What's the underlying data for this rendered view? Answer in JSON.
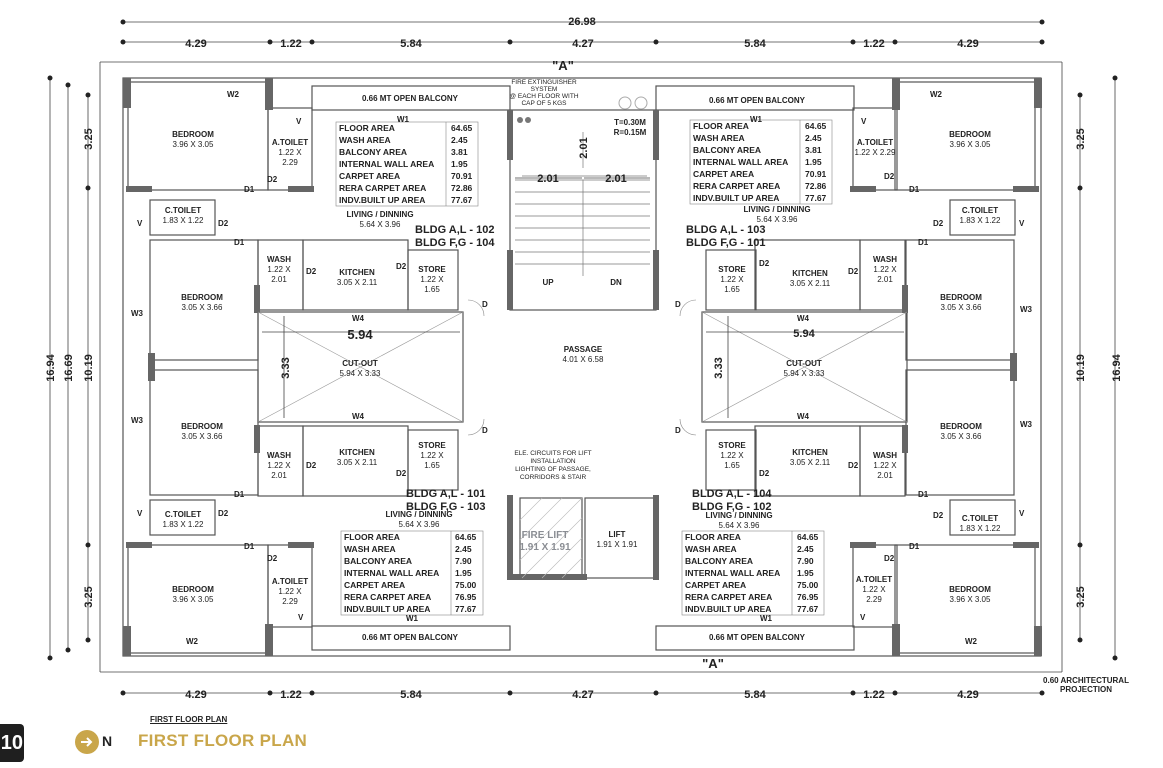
{
  "title": "FIRST FLOOR PLAN",
  "subtitle": "FIRST FLOOR PLAN",
  "page_number": "10",
  "north_label": "N",
  "dims": {
    "overall": "26.98",
    "seg": [
      "4.29",
      "1.22",
      "5.84",
      "4.27",
      "5.84",
      "1.22",
      "4.29"
    ],
    "left": [
      "16.94",
      "16.69",
      "10.19",
      "3.25",
      "3.25"
    ],
    "right": [
      "16.94",
      "10.19",
      "3.25",
      "3.25"
    ],
    "stair": [
      "2.01",
      "2.01",
      "2.01"
    ],
    "cutout": [
      "5.94",
      "3.33",
      "5.94",
      "3.33"
    ]
  },
  "section_marker": "\"A\"",
  "fire_note": [
    "FIRE EXTINGUISHER",
    "SYSTEM",
    "@ EACH FLOOR WITH",
    "CAP OF 5 KGS"
  ],
  "tread_riser": [
    "T=0.30M",
    "R=0.15M"
  ],
  "stair_labels": {
    "up": "UP",
    "dn": "DN"
  },
  "passage": {
    "name": "PASSAGE",
    "size": "4.01 X 6.58"
  },
  "lift_note": [
    "ELE. CIRCUITS FOR LIFT",
    "INSTALLATION",
    "LIGHTING OF PASSAGE,",
    "CORRIDORS & STAIR"
  ],
  "fire_lift": {
    "name": "FIRE LIFT",
    "size": "1.91 X 1.91"
  },
  "lift": {
    "name": "LIFT",
    "size": "1.91 X 1.91"
  },
  "projection": [
    "0.60 ARCHITECTURAL",
    "PROJECTION"
  ],
  "balcony": "0.66 MT OPEN BALCONY",
  "rooms": {
    "bedroom": "BEDROOM",
    "bed_big": "3.96 X 3.05",
    "bed_mid": "3.05 X 3.66",
    "atoilet": "A.TOILET",
    "ctoilet": "C.TOILET",
    "ct_size": "1.83 X 1.22",
    "wash": "WASH",
    "kitchen": "KITCHEN",
    "kitchen_size": "3.05 X 2.11",
    "store": "STORE",
    "living": "LIVING / DINNING",
    "living_size": "5.64 X 3.96",
    "cutout": "CUT-OUT",
    "cutout_size": "5.94 X 3.33",
    "at_a": [
      "1.22 X",
      "2.29"
    ],
    "at_b": "1.22 X 2.29",
    "small_a": [
      "1.22 X",
      "2.01"
    ],
    "small_b": [
      "1.22 X",
      "1.65"
    ]
  },
  "units": {
    "tl": {
      "a": "BLDG A,L - 102",
      "b": "BLDG F,G - 104"
    },
    "tr": {
      "a": "BLDG A,L - 103",
      "b": "BLDG F,G - 101"
    },
    "bl": {
      "a": "BLDG A,L - 101",
      "b": "BLDG F,G - 103"
    },
    "br": {
      "a": "BLDG A,L - 104",
      "b": "BLDG F,G - 102"
    }
  },
  "area_labels": [
    "FLOOR AREA",
    "WASH AREA",
    "BALCONY AREA",
    "INTERNAL WALL AREA",
    "CARPET AREA",
    "RERA CARPET AREA",
    "INDV.BUILT UP AREA"
  ],
  "area_top": [
    "64.65",
    "2.45",
    "3.81",
    "1.95",
    "70.91",
    "72.86",
    "77.67"
  ],
  "area_bottom": [
    "64.65",
    "2.45",
    "7.90",
    "1.95",
    "75.00",
    "76.95",
    "77.67"
  ],
  "tags": {
    "w1": "W1",
    "w2": "W2",
    "w3": "W3",
    "w4": "W4",
    "d": "D",
    "d1": "D1",
    "d2": "D2",
    "v": "V"
  }
}
